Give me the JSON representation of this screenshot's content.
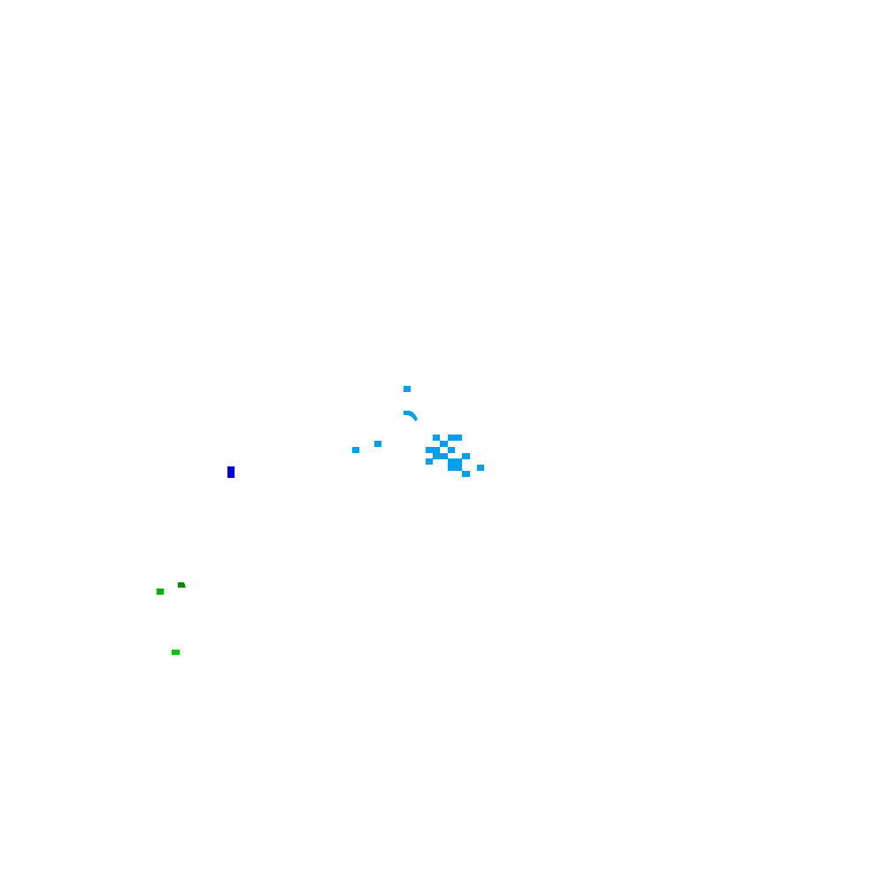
{
  "map": {
    "background_color": "#ffffff",
    "colors": {
      "light_blue": "#00a0ee",
      "blue": "#0000ee",
      "green": "#00b400",
      "dark_green": "#008c00",
      "bright_green": "#00c800"
    },
    "features": [
      {
        "name": "light-blue-cell",
        "color": "light_blue"
      },
      {
        "name": "light-blue-arc",
        "color": "light_blue"
      },
      {
        "name": "light-blue-cell",
        "color": "light_blue"
      },
      {
        "name": "light-blue-cell",
        "color": "light_blue"
      },
      {
        "name": "light-blue-cell",
        "color": "light_blue"
      },
      {
        "name": "light-blue-cell",
        "color": "light_blue"
      },
      {
        "name": "light-blue-cell",
        "color": "light_blue"
      },
      {
        "name": "light-blue-cell",
        "color": "light_blue"
      },
      {
        "name": "light-blue-cell",
        "color": "light_blue"
      },
      {
        "name": "light-blue-cell",
        "color": "light_blue"
      },
      {
        "name": "light-blue-cell",
        "color": "light_blue"
      },
      {
        "name": "light-blue-cell",
        "color": "light_blue"
      },
      {
        "name": "light-blue-cell",
        "color": "light_blue"
      },
      {
        "name": "light-blue-cell",
        "color": "light_blue"
      },
      {
        "name": "light-blue-cell",
        "color": "light_blue"
      },
      {
        "name": "light-blue-cell",
        "color": "light_blue"
      },
      {
        "name": "light-blue-cell",
        "color": "light_blue"
      },
      {
        "name": "blue-cell",
        "color": "blue"
      },
      {
        "name": "green-cell",
        "color": "green"
      },
      {
        "name": "dark-green-cell",
        "color": "dark_green"
      },
      {
        "name": "bright-green-cell",
        "color": "bright_green"
      }
    ]
  }
}
